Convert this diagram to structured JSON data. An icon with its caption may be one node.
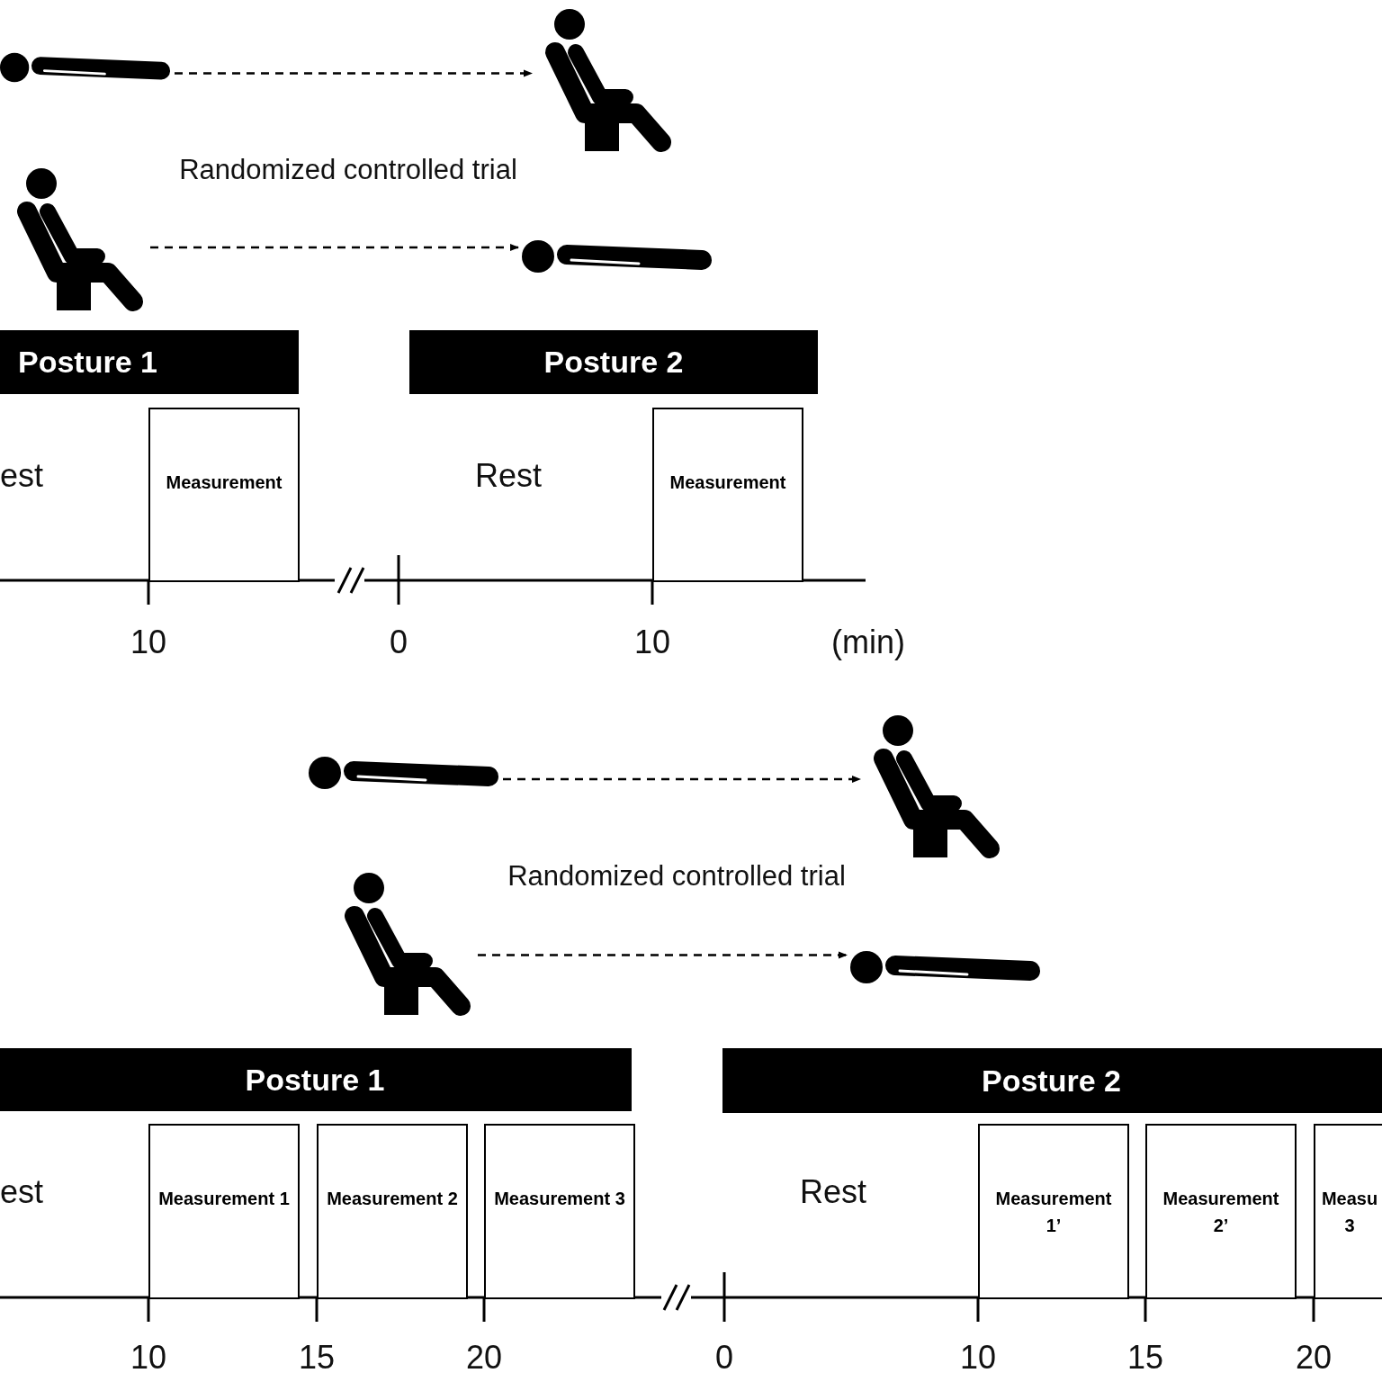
{
  "diagram": {
    "nodes": [
      {
        "text": [],
        "shape": "person"
      },
      {
        "text": [],
        "shape": "person"
      },
      {
        "text": [],
        "shape": "person"
      },
      {
        "text": [],
        "shape": "person"
      },
      {
        "text": [
          "Posture 1"
        ]
      },
      {
        "text": [
          "Posture 2"
        ]
      },
      {
        "text": [
          "Measurement"
        ]
      },
      {
        "text": [
          "Measurement"
        ]
      },
      {
        "text": [],
        "shape": "person"
      },
      {
        "text": [],
        "shape": "person"
      },
      {
        "text": [],
        "shape": "person"
      },
      {
        "text": [],
        "shape": "person"
      },
      {
        "text": [
          "Posture 1"
        ]
      },
      {
        "text": [
          "Posture 2"
        ]
      },
      {
        "text": [
          "Measurement 1"
        ]
      },
      {
        "text": [
          "Measurement 2"
        ]
      },
      {
        "text": [
          "Measurement 3"
        ]
      },
      {
        "text": [
          "Measurement 1’"
        ]
      },
      {
        "text": [
          "Measurement 2’"
        ]
      },
      {
        "text": [
          "Measu 3"
        ]
      }
    ],
    "edges": [
      {
        "from": 0,
        "to": 1,
        "arrow": "to",
        "style": "dashed"
      },
      {
        "from": 2,
        "to": 3,
        "arrow": "to",
        "style": "dashed"
      },
      {
        "from": 8,
        "to": 9,
        "arrow": "to",
        "style": "dashed"
      },
      {
        "from": 10,
        "to": 11,
        "arrow": "to",
        "style": "dashed"
      }
    ],
    "labels": [
      "Randomized controlled trial",
      "est",
      "Rest",
      "10",
      "0",
      "10",
      "(min)",
      "Randomized controlled trial",
      "est",
      "Rest",
      "10",
      "15",
      "20",
      "0",
      "10",
      "15",
      "20"
    ]
  }
}
